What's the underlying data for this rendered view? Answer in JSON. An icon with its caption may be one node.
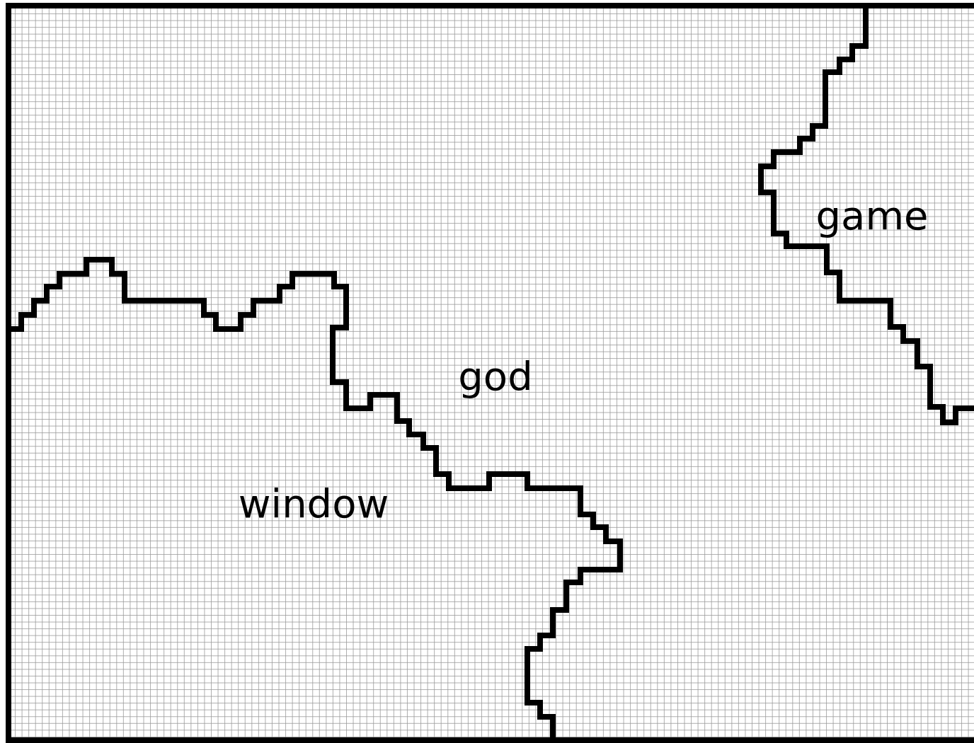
{
  "diagram": {
    "nodes": [
      {
        "text": [
          "window"
        ]
      },
      {
        "text": [
          "god"
        ]
      },
      {
        "text": [
          "game"
        ]
      }
    ]
  }
}
